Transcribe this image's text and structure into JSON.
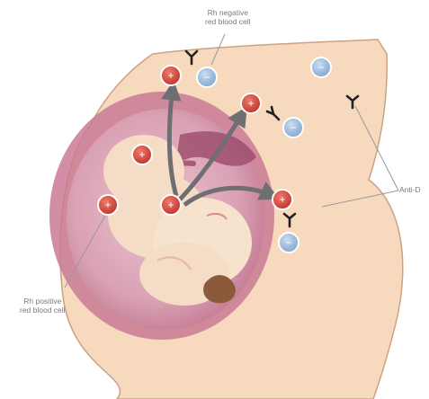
{
  "labels": {
    "rh_negative": {
      "line1": "Rh negative",
      "line2": "red blood cell"
    },
    "rh_positive": {
      "line1": "Rh positive",
      "line2": "red blood cell"
    },
    "antibody": "Anti-D"
  },
  "cells": {
    "positive_symbol": "+",
    "negative_symbol": "−"
  },
  "colors": {
    "skin": "#f7d9bd",
    "skin_outline": "#cfa083",
    "uterus": "#c97a94",
    "amniotic": "#d9a1b4",
    "fetus": "#f5dcc6",
    "rh_positive_cell": "#d6453b",
    "rh_negative_cell": "#9fbfe0",
    "antibody": "#222222",
    "arrow": "#6e6e73"
  }
}
